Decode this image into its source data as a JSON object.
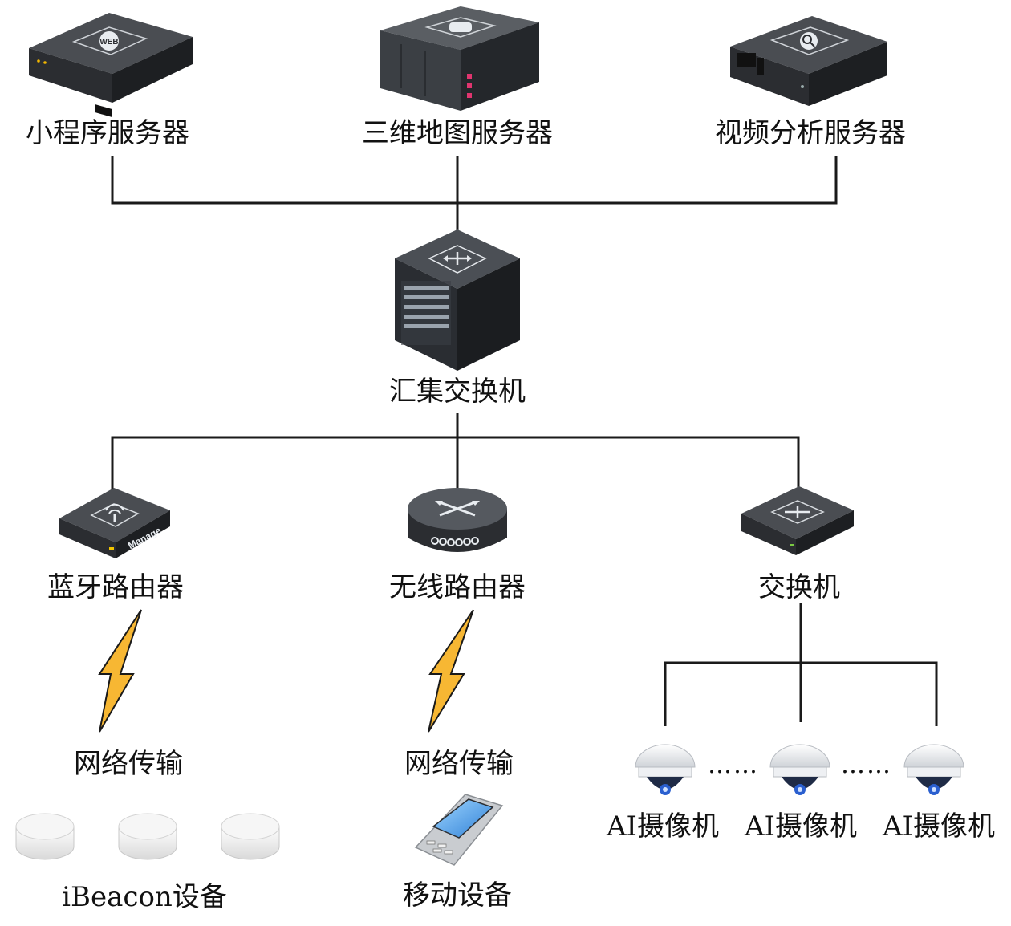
{
  "servers": {
    "miniprogram": "小程序服务器",
    "map3d": "三维地图服务器",
    "video": "视频分析服务器"
  },
  "core_switch": "汇集交换机",
  "bluetooth_router": "蓝牙路由器",
  "wireless_router": "无线路由器",
  "switch": "交换机",
  "network_left": "网络传输",
  "network_mid": "网络传输",
  "ibeacon": "iBeacon设备",
  "mobile": "移动设备",
  "cameras": [
    "AI摄像机",
    "AI摄像机",
    "AI摄像机"
  ],
  "ellipsis": [
    "……",
    "……"
  ],
  "icons": {
    "web_badge": "WEB",
    "manage_badge": "Manage"
  }
}
